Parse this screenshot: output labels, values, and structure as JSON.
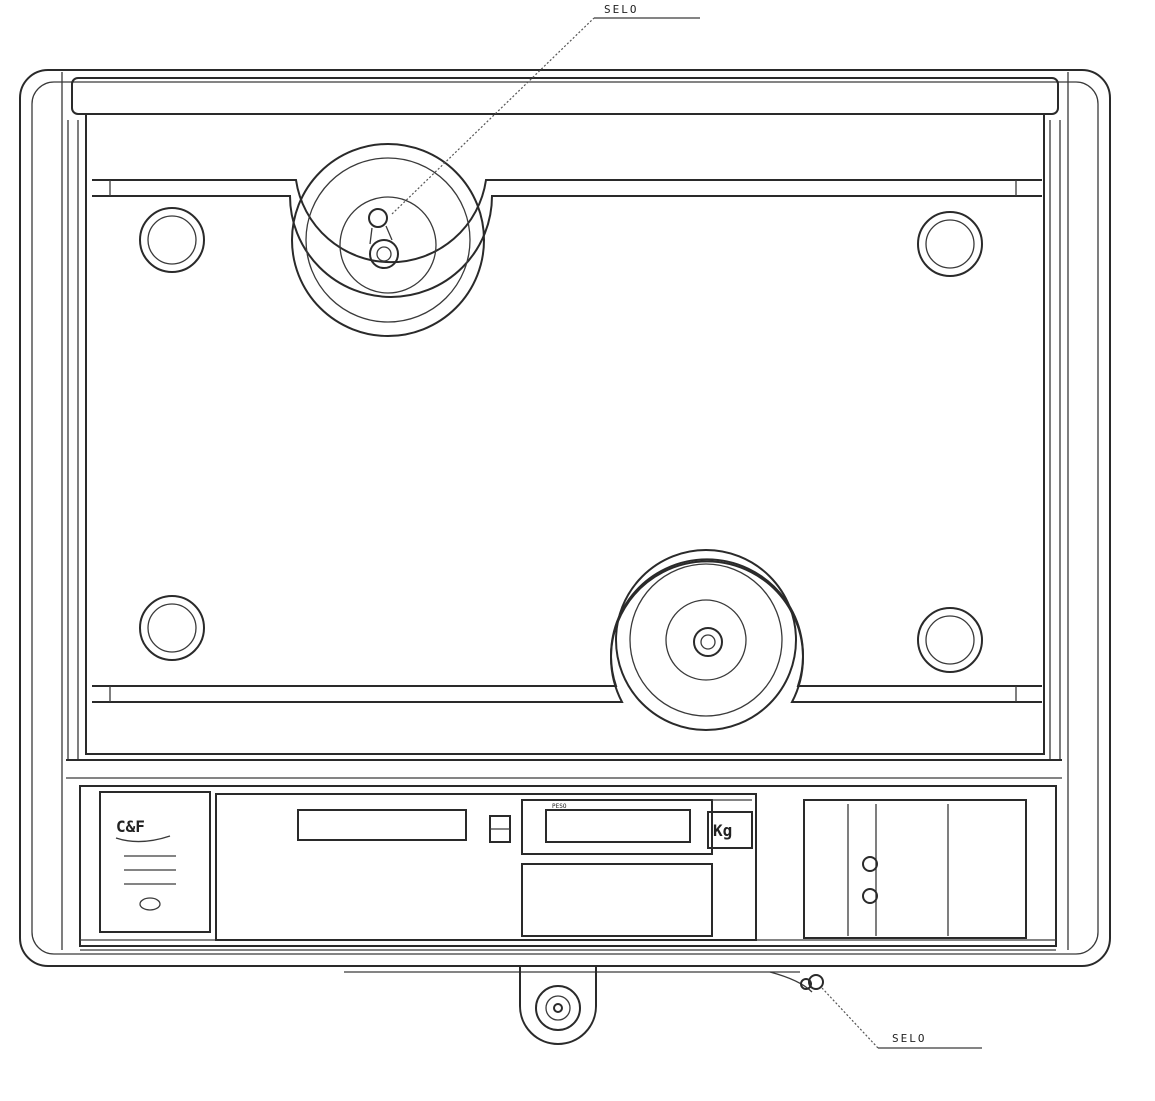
{
  "annotations": {
    "top_seal_label": "SELO",
    "bottom_seal_label": "SELO"
  },
  "display_panel": {
    "unit_label": "Kg",
    "price_caption": "PESO",
    "brand_logo_text": "C&F"
  },
  "colors": {
    "line": "#2a2a2a",
    "background": "#ffffff"
  }
}
